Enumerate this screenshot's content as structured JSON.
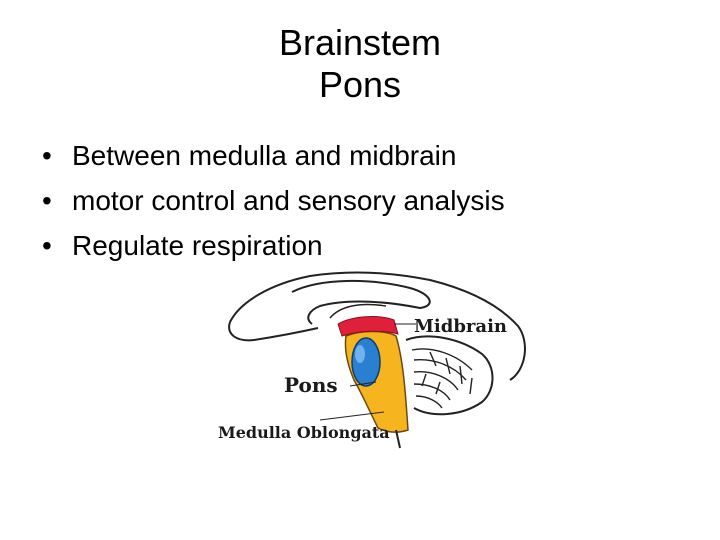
{
  "slide": {
    "title_line1": "Brainstem",
    "title_line2": "Pons",
    "bullets": [
      "Between medulla and midbrain",
      "motor control and sensory analysis",
      "Regulate respiration"
    ]
  },
  "diagram": {
    "labels": {
      "midbrain": "Midbrain",
      "pons": "Pons",
      "medulla": "Medulla Oblongata"
    },
    "colors": {
      "midbrain": "#e0203a",
      "pons": "#2a7fd0",
      "brainstem": "#f6b51f"
    }
  }
}
